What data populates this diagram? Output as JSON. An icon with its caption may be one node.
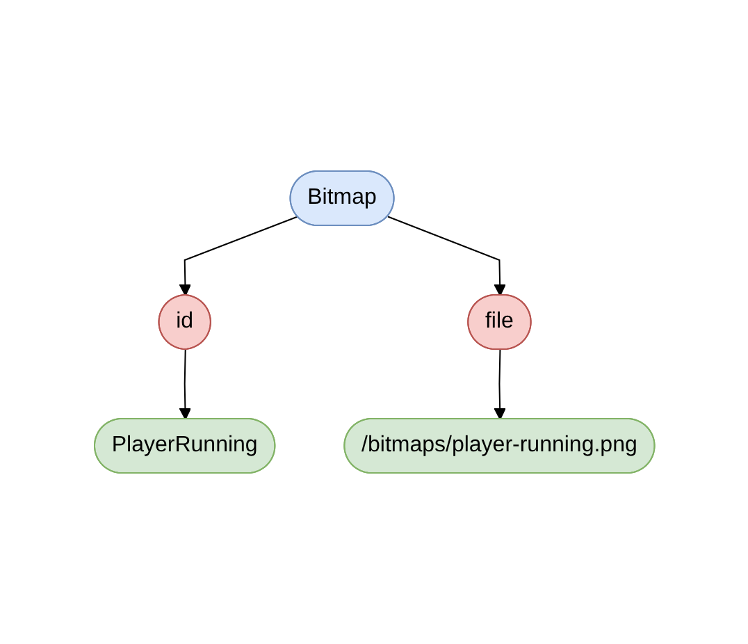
{
  "diagram": {
    "nodes": [
      {
        "text": [
          "Bitmap"
        ]
      },
      {
        "text": [
          "id"
        ]
      },
      {
        "text": [
          "file"
        ]
      },
      {
        "text": [
          "PlayerRunning"
        ]
      },
      {
        "text": [
          "/bitmaps/player-running.png"
        ]
      }
    ],
    "edges": [
      {
        "from": 0,
        "to": 1,
        "arrow": "to"
      },
      {
        "from": 0,
        "to": 2,
        "arrow": "to"
      },
      {
        "from": 1,
        "to": 3,
        "arrow": "to"
      },
      {
        "from": 2,
        "to": 4,
        "arrow": "to"
      }
    ]
  }
}
